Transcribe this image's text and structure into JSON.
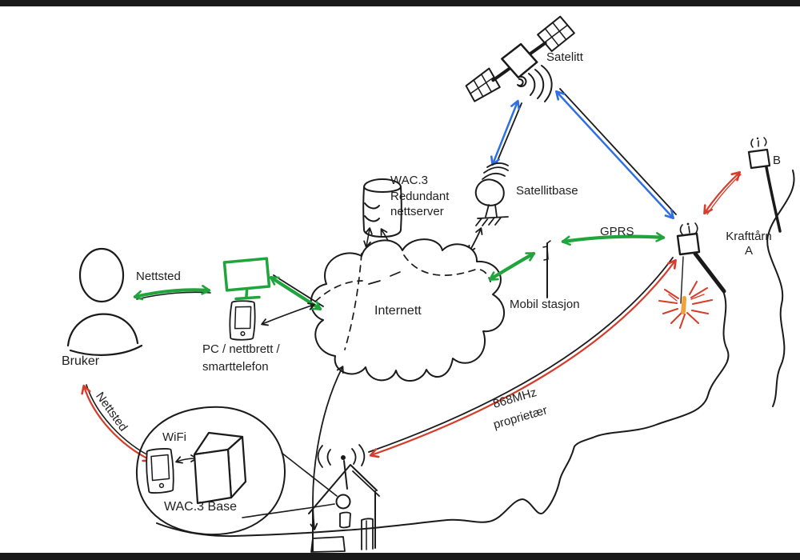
{
  "colors": {
    "ink": "#1a1a1a",
    "green": "#1fa53c",
    "blue": "#2f6fe4",
    "red": "#d63c2a",
    "orange": "#f0a23c"
  },
  "nodes": {
    "satellite": {
      "label": "Satelitt"
    },
    "satellite_base": {
      "label": "Satellitbase"
    },
    "server": {
      "line1": "WAC.3",
      "line2": "Redundant",
      "line3": "nettserver"
    },
    "internet": {
      "label": "Internett"
    },
    "mobile_station": {
      "label": "Mobil stasjon"
    },
    "tower_a": {
      "label": "Krafttårn",
      "sub": "A"
    },
    "tower_b": {
      "label": "B"
    },
    "user": {
      "label": "Bruker"
    },
    "devices": {
      "line1": "PC / nettbrett /",
      "line2": "smarttelefon"
    },
    "wifi_bubble": {
      "wifi": "WiFi",
      "base": "WAC.3 Base"
    }
  },
  "links": {
    "nettsted_green": {
      "label": "Nettsted"
    },
    "nettsted_red": {
      "label": "Nettsted"
    },
    "gprs": {
      "label": "GPRS"
    },
    "radio868": {
      "line1": "868MHz",
      "line2": "proprietær"
    }
  },
  "icons": [
    "satellite-icon",
    "radio-waves-icon",
    "satellite-dish-icon",
    "database-icon",
    "cloud-icon",
    "monitor-icon",
    "smartphone-icon",
    "person-icon",
    "wifi-box-icon",
    "house-icon",
    "antenna-mast-icon",
    "radio-node-icon",
    "spark-icon"
  ]
}
